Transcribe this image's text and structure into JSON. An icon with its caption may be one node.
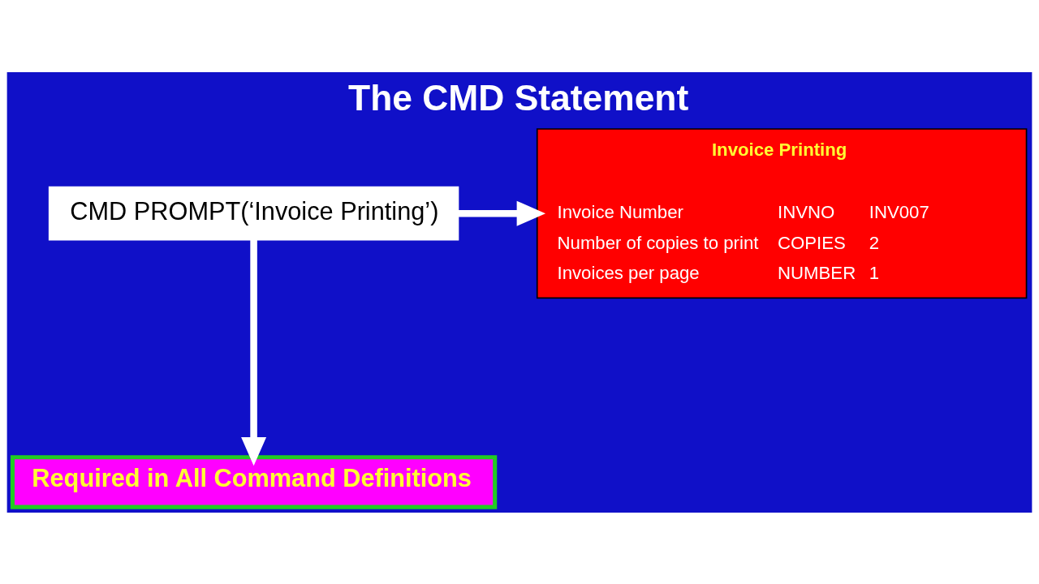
{
  "diagram": {
    "title": "The CMD Statement",
    "nodes": [
      {
        "text": [
          "CMD PROMPT(‘Invoice Printing’)"
        ]
      },
      {
        "text": [
          "Invoice Printing",
          "Invoice Number",
          "INVNO",
          "INV007",
          "Number of copies to print",
          "COPIES",
          "2",
          "Invoices per page",
          "NUMBER",
          "1"
        ]
      },
      {
        "text": [
          "Required in All Command Definitions"
        ]
      }
    ],
    "edges": [
      {
        "from": 0,
        "to": 1,
        "arrow": "to"
      },
      {
        "from": 0,
        "to": 2,
        "arrow": "to"
      }
    ]
  }
}
